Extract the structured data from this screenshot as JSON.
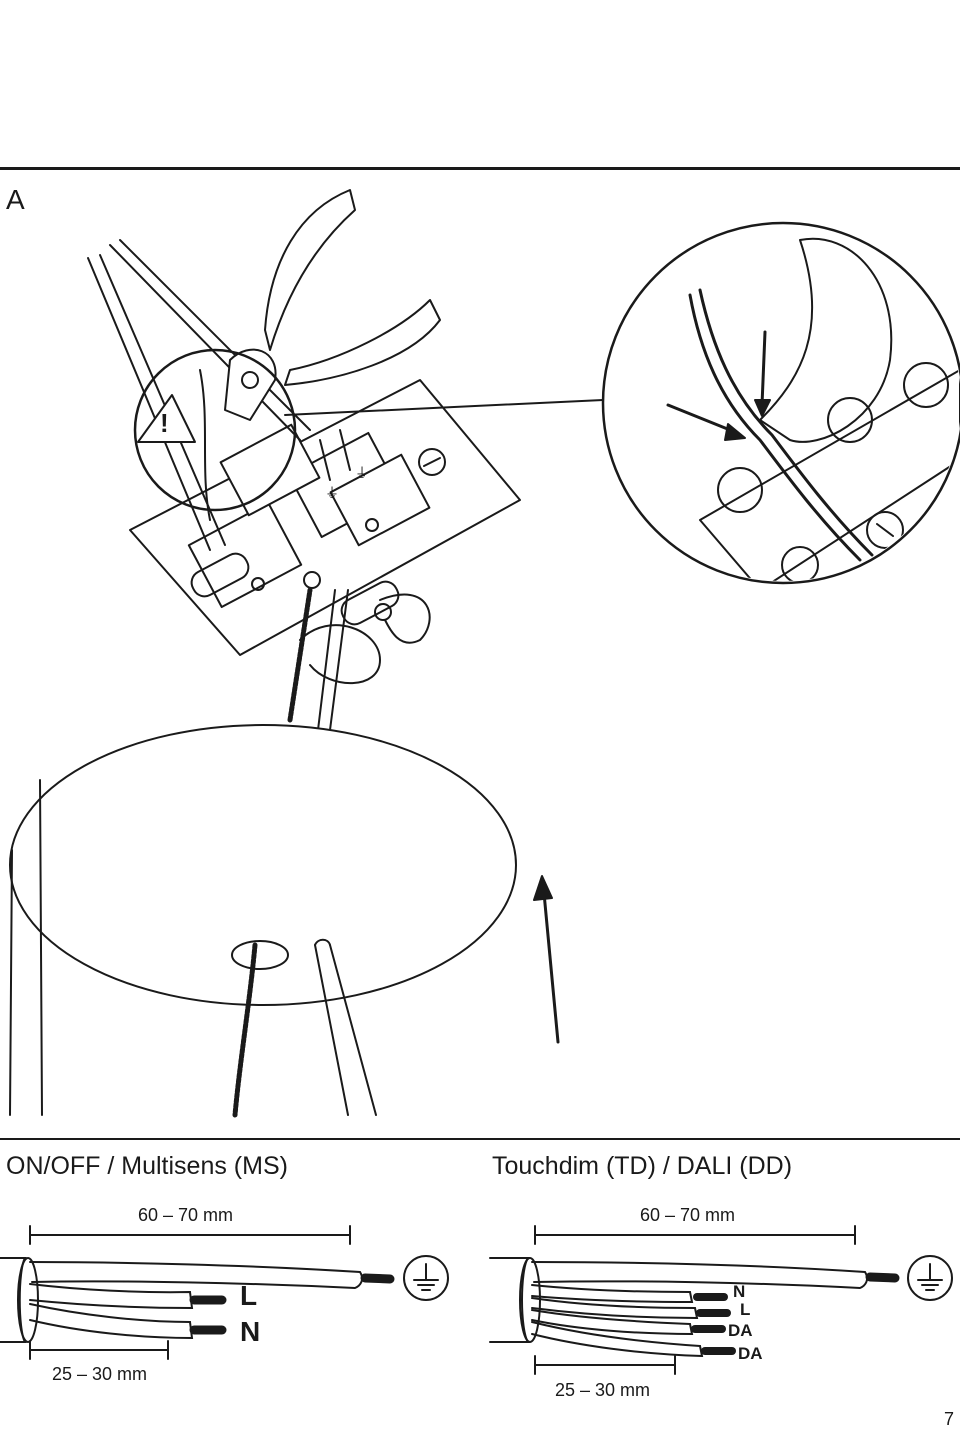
{
  "section": {
    "letter": "A",
    "warning_symbol": "!"
  },
  "sections": [
    {
      "title": "ON/OFF / Multisens (MS)",
      "strip_length": "60 – 70 mm",
      "sheath_length": "25 – 30 mm",
      "wires": [
        "L",
        "N"
      ],
      "ground_symbol": "earth-ground-icon"
    },
    {
      "title": "Touchdim (TD) / DALI (DD)",
      "strip_length": "60 – 70 mm",
      "sheath_length": "25 – 30 mm",
      "wires": [
        "N",
        "L",
        "DA",
        "DA"
      ],
      "ground_symbol": "earth-ground-icon"
    }
  ],
  "page_number": "7",
  "colors": {
    "ink": "#1a1a1a",
    "paper": "#ffffff"
  }
}
